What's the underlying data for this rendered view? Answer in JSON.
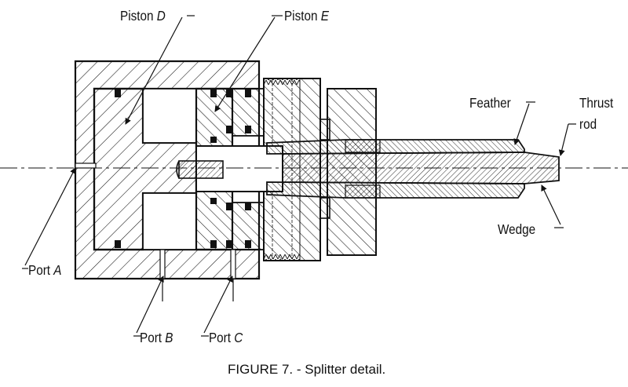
{
  "figure": {
    "caption": "FIGURE 7. - Splitter detail.",
    "labels": {
      "piston_d_word": "Piston",
      "piston_d_letter": "D",
      "piston_e_word": "Piston",
      "piston_e_letter": "E",
      "feather": "Feather",
      "thrust": "Thrust",
      "rod": "rod",
      "wedge": "Wedge",
      "port_a_word": "Port",
      "port_a_letter": "A",
      "port_b_word": "Port",
      "port_b_letter": "B",
      "port_c_word": "Port",
      "port_c_letter": "C"
    }
  },
  "colors": {
    "ink": "#111111",
    "paper": "#ffffff"
  }
}
